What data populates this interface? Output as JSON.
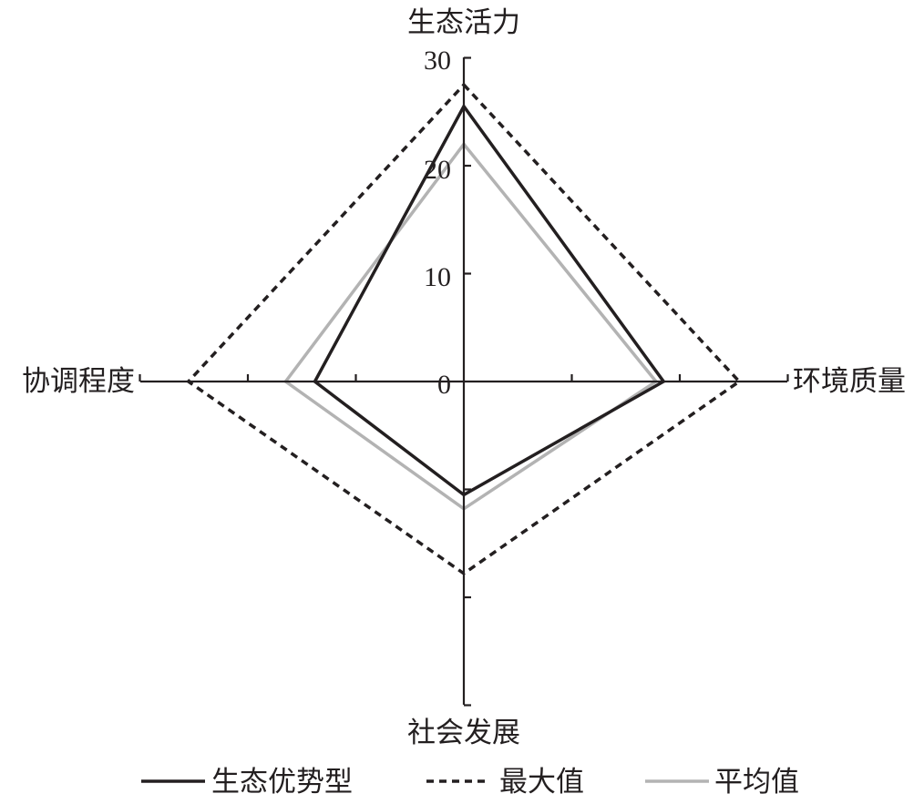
{
  "chart_data": {
    "type": "radar",
    "axes": [
      "生态活力",
      "环境质量",
      "社会发展",
      "协调程度"
    ],
    "axis_ticks": [
      "0",
      "10",
      "20",
      "30"
    ],
    "range": [
      0,
      30
    ],
    "series": [
      {
        "name": "生态优势型",
        "values": [
          25.5,
          18.5,
          10.5,
          13.8
        ],
        "color": "#231f20",
        "style": "solid"
      },
      {
        "name": "最大值",
        "values": [
          27.5,
          25.5,
          17.8,
          25.5
        ],
        "color": "#231f20",
        "style": "dashed"
      },
      {
        "name": "平均值",
        "values": [
          22,
          17.8,
          11.8,
          16.5
        ],
        "color": "#b3b3b3",
        "style": "solid"
      }
    ],
    "legend_position": "bottom",
    "grid": false
  }
}
